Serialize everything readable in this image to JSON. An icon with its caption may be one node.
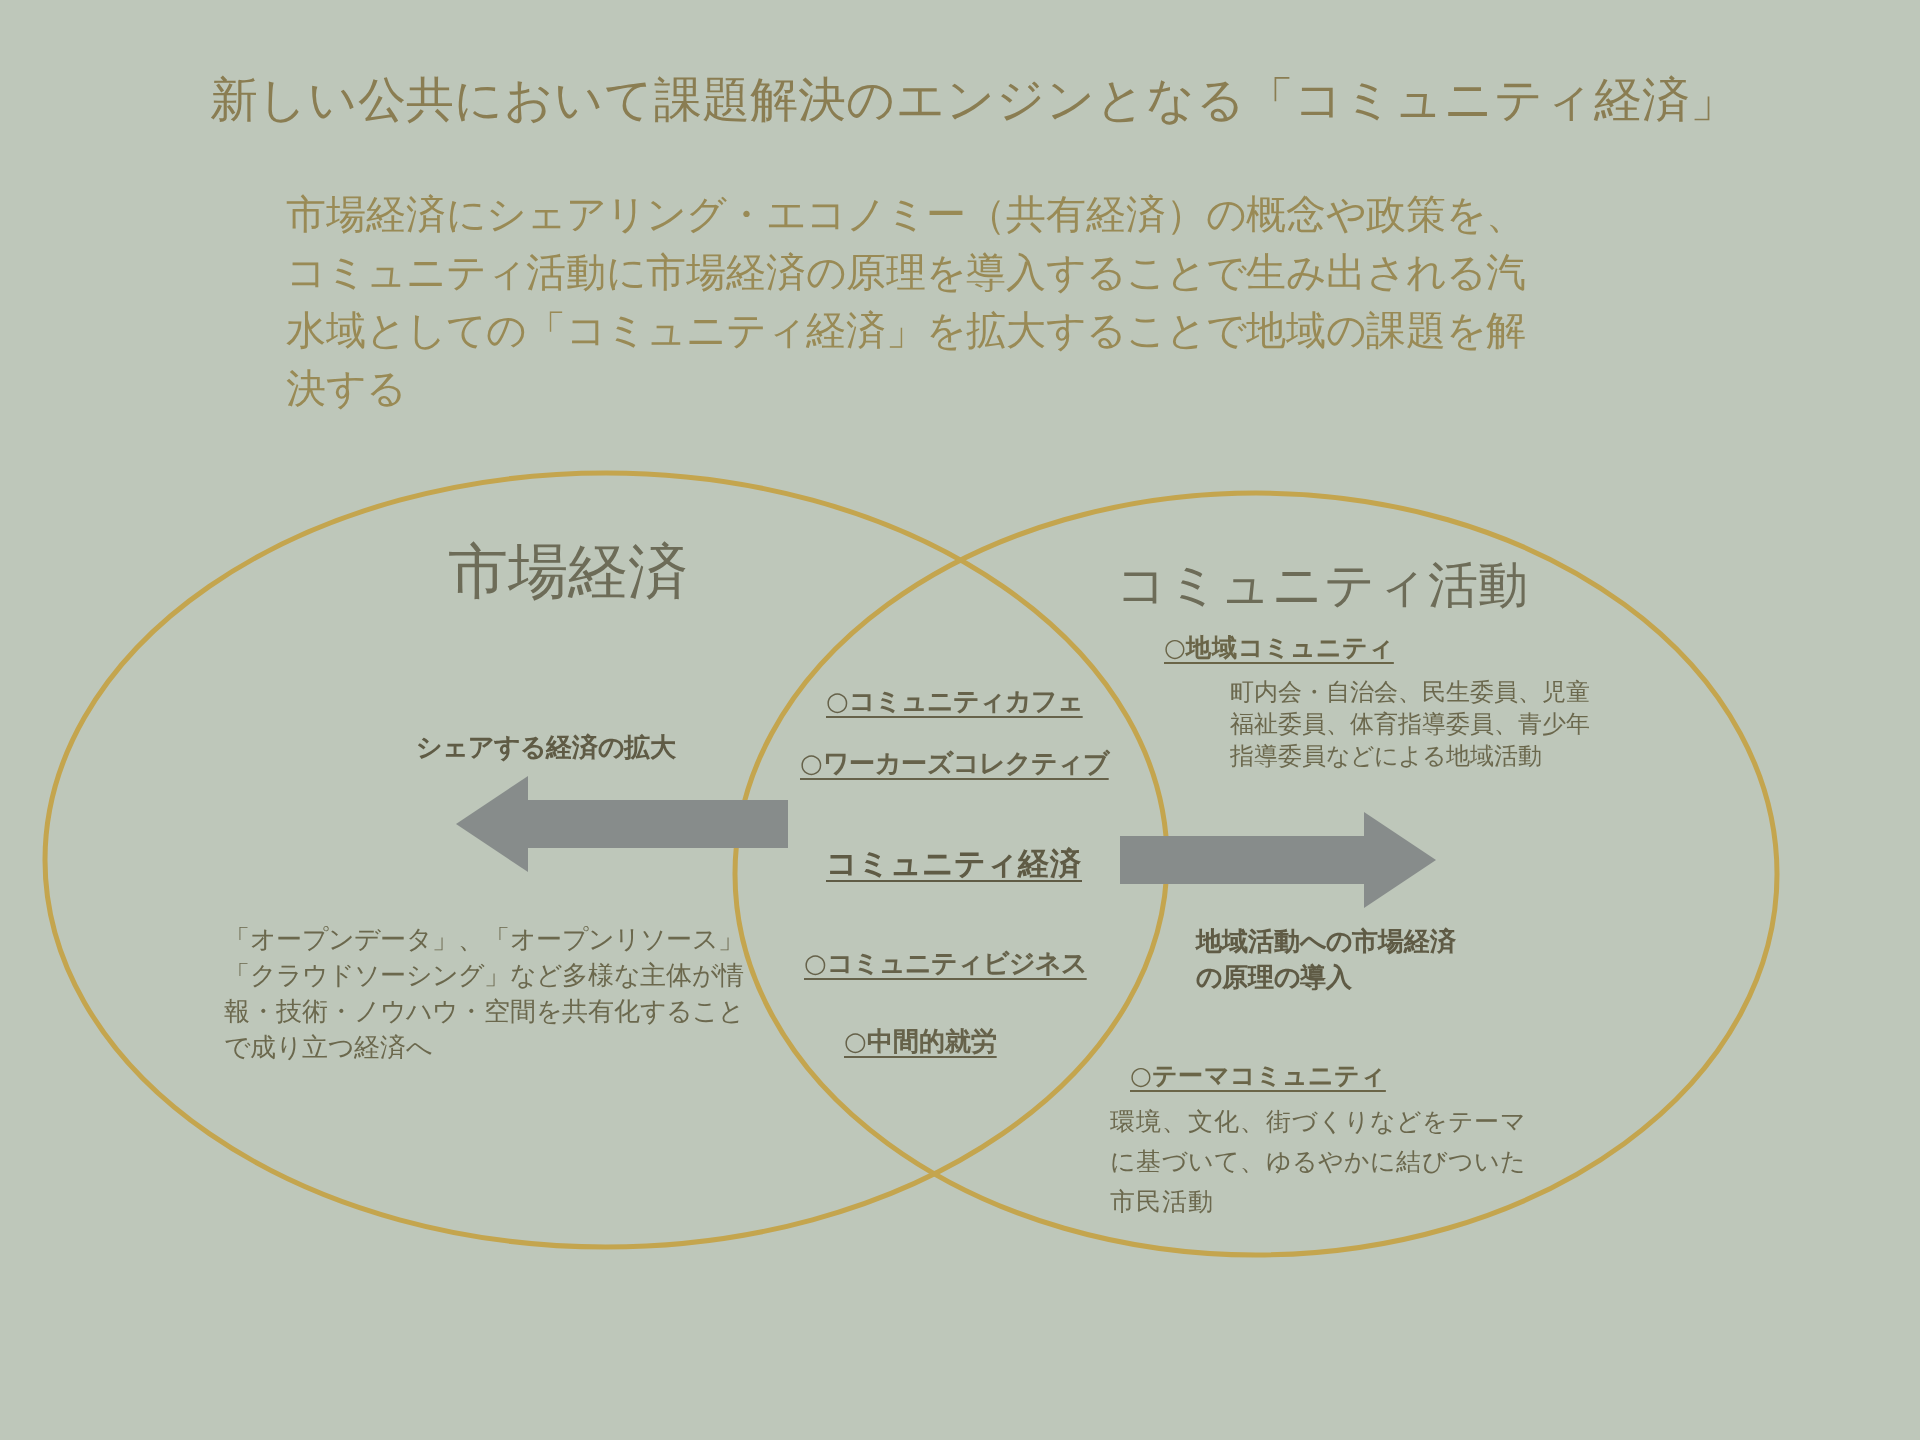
{
  "diagram": {
    "title": "新しい公共において課題解決のエンジンとなる「コミュニティ経済」",
    "nodes": [
      {
        "text": [
          "市場経済",
          "「オープンデータ」、「オープンリソース」「クラウドソーシング」など多様な主体が情報・技術・ノウハウ・空間を共有化することで成り立つ経済へ"
        ]
      },
      {
        "text": [
          "コミュニティ活動",
          "○地域コミュニティ",
          "町内会・自治会、民生委員、児童福祉委員、体育指導委員、青少年指導委員などによる地域活動",
          "○テーマコミュニティ",
          "環境、文化、街づくりなどをテーマに基づいて、ゆるやかに結びついた市民活動"
        ]
      },
      {
        "text": [
          "コミュニティ経済"
        ]
      }
    ],
    "edges": [
      {
        "from": 1,
        "to": 0,
        "arrow": "to",
        "label": "シェアする経済の拡大"
      },
      {
        "from": 0,
        "to": 1,
        "arrow": "to",
        "label": "地域活動への市場経済の原理の導入"
      }
    ],
    "labels": [
      "市場経済にシェアリング・エコノミー（共有経済）の概念や政策を、コミュニティ活動に市場経済の原理を導入することで生み出される汽水域としての「コミュニティ経済」を拡大することで地域の課題を解決する",
      "○コミュニティカフェ",
      "○ワーカーズコレクティブ",
      "○コミュニティビジネス",
      "○中間的就労"
    ]
  }
}
